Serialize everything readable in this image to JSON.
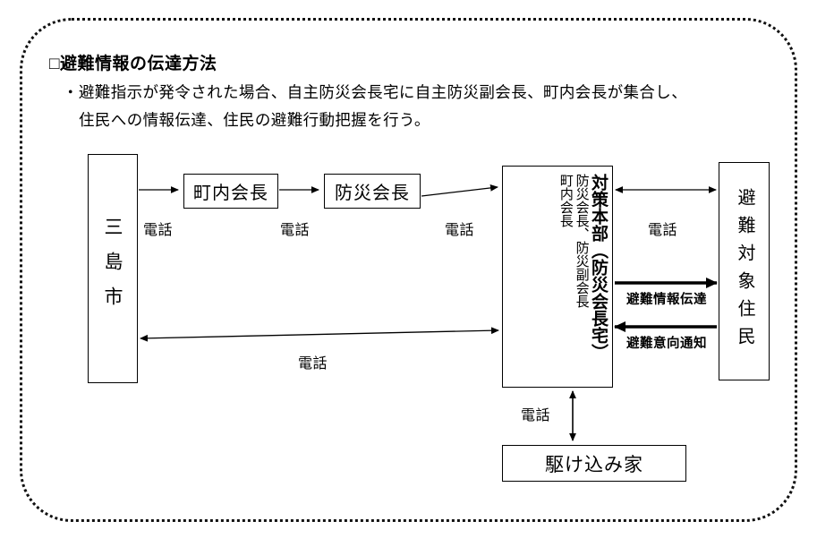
{
  "document": {
    "heading": "□避難情報の伝達方法",
    "body_line1": "・避難指示が発令された場合、自主防災会長宅に自主防災副会長、町内会長が集合し、",
    "body_line2": "住民への情報伝達、住民の避難行動把握を行う。"
  },
  "diagram": {
    "nodes": {
      "mishima_city": "三島市",
      "neighborhood_chief": "町内会長",
      "disaster_chief": "防災会長",
      "headquarters_main": "対策本部（防災会長宅）",
      "headquarters_sub1": "防災会長、防災副会長",
      "headquarters_sub2": "町内会長",
      "target_residents": "避難対象住民",
      "refuge_house": "駆け込み家"
    },
    "edge_labels": {
      "tel_city_to_chounai": "電話",
      "tel_chounai_to_bousai": "電話",
      "tel_bousai_to_hq": "電話",
      "tel_hq_to_residents": "電話",
      "tel_city_hq": "電話",
      "tel_hq_to_kakekomi": "電話",
      "info_transmission": "避難情報伝達",
      "intention_notice": "避難意向通知"
    }
  },
  "colors": {
    "ink": "#000000",
    "page_background": "#ffffff",
    "frame_border": "#111111"
  }
}
